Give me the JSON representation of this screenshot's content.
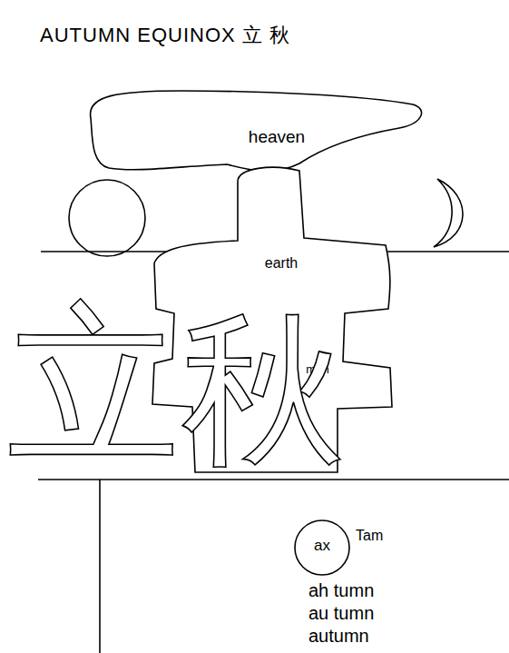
{
  "diagram": {
    "title": "AUTUMN EQUINOX 立 秋",
    "nodes": [
      {
        "text": [
          "heaven"
        ]
      },
      {
        "text": [
          "earth",
          "man"
        ]
      },
      {
        "text": [
          "ax"
        ]
      }
    ],
    "labels": [
      "立",
      "秋",
      "Tam",
      "ah tumn",
      "au tumn",
      "autumn"
    ]
  }
}
